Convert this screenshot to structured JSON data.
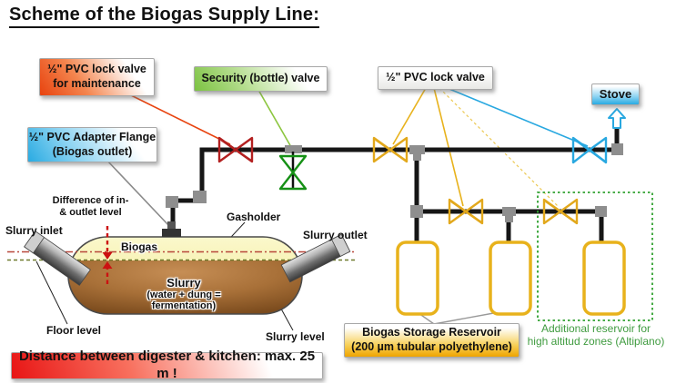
{
  "title": "Scheme of the Biogas Supply Line:",
  "callout_boxes": {
    "maintenance_valve": {
      "line1": "½\" PVC lock valve",
      "line2": "for maintenance"
    },
    "security_valve": {
      "label": "Security (bottle) valve"
    },
    "lock_valve": {
      "label": "½\" PVC lock valve"
    },
    "stove": {
      "label": "Stove"
    },
    "adapter_flange": {
      "line1": "½\" PVC Adapter Flange",
      "line2": "(Biogas outlet)"
    },
    "storage_reservoir": {
      "line1": "Biogas Storage Reservoir",
      "line2": "(200 µm tubular polyethylene)"
    },
    "distance_note": {
      "label": "Distance between digester & kitchen: max. 25 m !"
    }
  },
  "zone": {
    "additional_reservoir": {
      "line1": "Additional reservoir for",
      "line2": "high altitud zones (Altiplano)"
    }
  },
  "digester": {
    "difference_label": {
      "line1": "Difference of in-",
      "line2": "& outlet level"
    },
    "slurry_inlet": "Slurry inlet",
    "slurry_outlet": "Slurry outlet",
    "gasholder": "Gasholder",
    "biogas": "Biogas",
    "slurry": "Slurry",
    "slurry_detail": "(water + dung = fermentation)",
    "floor_level": "Floor level",
    "slurry_level": "Slurry level"
  },
  "colors": {
    "pipe": "#161616",
    "valve_red": "#b32020",
    "valve_green": "#159015",
    "valve_yellow": "#e2a81c",
    "valve_blue": "#29a8e0",
    "reservoir_yellow": "#e8b21c",
    "zone_green": "#2fa12f",
    "box_red": "#e8430f",
    "box_green": "#7cc242",
    "box_blue": "#29abe2",
    "box_yellow": "#f2b705",
    "alert_red": "#e81515",
    "gasholder_fill": "#f3ed9c",
    "slurry_brown": "#a87038"
  }
}
